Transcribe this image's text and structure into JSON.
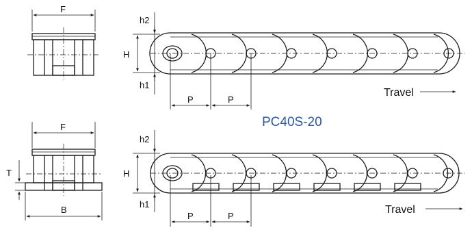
{
  "colors": {
    "line": "#1a1a1a",
    "accent_blue": "#2a5a9e",
    "background": "#ffffff"
  },
  "top_drawing": {
    "end_view_dim_label": "F",
    "side_view": {
      "h2_label": "h2",
      "h_label": "H",
      "h1_label": "h1",
      "pitch_labels": [
        "P",
        "P"
      ],
      "travel_label": "Travel"
    }
  },
  "model_caption": "PC40S-20",
  "bottom_drawing": {
    "end_view_width_label": "F",
    "end_view_thickness_label": "T",
    "end_view_base_label": "B",
    "side_view": {
      "h2_label": "h2",
      "h_label": "H",
      "h1_label": "h1",
      "pitch_labels": [
        "P",
        "P"
      ],
      "travel_label": "Travel"
    }
  }
}
